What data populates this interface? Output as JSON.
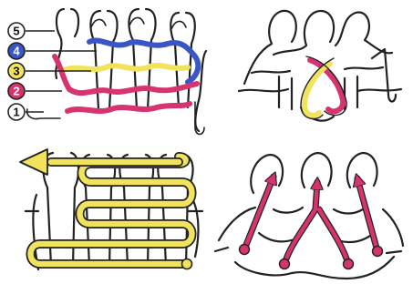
{
  "colors": {
    "outline": "#222222",
    "fill": "#ffffff",
    "blue": "#3a55c8",
    "yellow": "#f2e35c",
    "magenta": "#d7336f"
  },
  "diagram": {
    "markers": [
      {
        "id": 5,
        "label": "5",
        "color": "#ffffff",
        "text_color": "#111111"
      },
      {
        "id": 4,
        "label": "4",
        "color": "#3a55c8",
        "text_color": "#ffffff"
      },
      {
        "id": 3,
        "label": "3",
        "color": "#f2e35c",
        "text_color": "#111111"
      },
      {
        "id": 2,
        "label": "2",
        "color": "#d7336f",
        "text_color": "#ffffff"
      },
      {
        "id": 1,
        "label": "1",
        "color": "#ffffff",
        "text_color": "#111111"
      }
    ],
    "panels": [
      {
        "name": "row-sequence"
      },
      {
        "name": "crossed-stitch"
      },
      {
        "name": "knitting-direction"
      },
      {
        "name": "decrease-arrows"
      }
    ]
  }
}
